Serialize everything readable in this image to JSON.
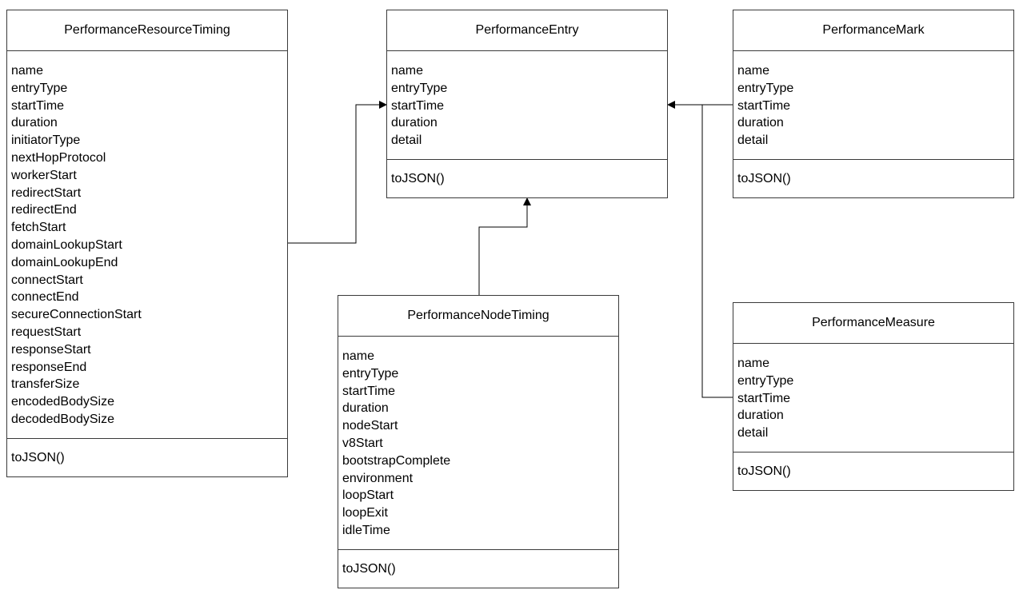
{
  "classes": {
    "resource": {
      "name": "PerformanceResourceTiming",
      "attributes": [
        "name",
        "entryType",
        "startTime",
        "duration",
        "initiatorType",
        "nextHopProtocol",
        "workerStart",
        "redirectStart",
        "redirectEnd",
        "fetchStart",
        "domainLookupStart",
        "domainLookupEnd",
        "connectStart",
        "connectEnd",
        "secureConnectionStart",
        "requestStart",
        "responseStart",
        "responseEnd",
        "transferSize",
        "encodedBodySize",
        "decodedBodySize"
      ],
      "operations": [
        "toJSON()"
      ]
    },
    "entry": {
      "name": "PerformanceEntry",
      "attributes": [
        "name",
        "entryType",
        "startTime",
        "duration",
        "detail"
      ],
      "operations": [
        "toJSON()"
      ]
    },
    "mark": {
      "name": "PerformanceMark",
      "attributes": [
        "name",
        "entryType",
        "startTime",
        "duration",
        "detail"
      ],
      "operations": [
        "toJSON()"
      ]
    },
    "node": {
      "name": "PerformanceNodeTiming",
      "attributes": [
        "name",
        "entryType",
        "startTime",
        "duration",
        "nodeStart",
        "v8Start",
        "bootstrapComplete",
        "environment",
        "loopStart",
        "loopExit",
        "idleTime"
      ],
      "operations": [
        "toJSON()"
      ]
    },
    "measure": {
      "name": "PerformanceMeasure",
      "attributes": [
        "name",
        "entryType",
        "startTime",
        "duration",
        "detail"
      ],
      "operations": [
        "toJSON()"
      ]
    }
  },
  "relations": [
    {
      "from": "PerformanceResourceTiming",
      "to": "PerformanceEntry",
      "type": "inheritance"
    },
    {
      "from": "PerformanceNodeTiming",
      "to": "PerformanceEntry",
      "type": "inheritance"
    },
    {
      "from": "PerformanceMark",
      "to": "PerformanceEntry",
      "type": "inheritance"
    },
    {
      "from": "PerformanceMeasure",
      "to": "PerformanceEntry",
      "type": "inheritance"
    }
  ],
  "colors": {
    "border": "#3a3a3a",
    "line": "#000000",
    "background": "#ffffff"
  }
}
